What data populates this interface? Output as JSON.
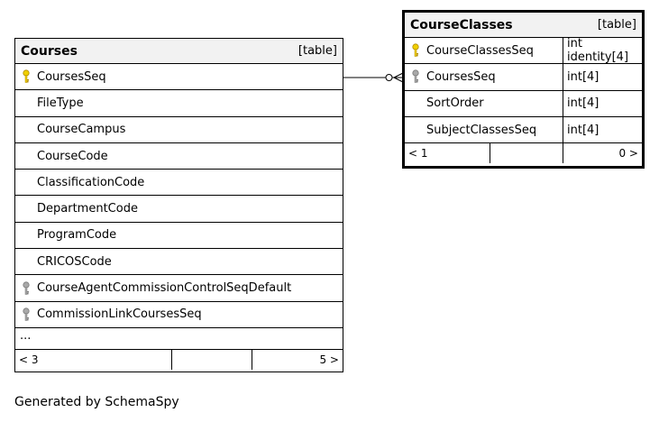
{
  "courses": {
    "name": "Courses",
    "kind": "[table]",
    "columns": [
      {
        "name": "CoursesSeq",
        "key": "primary"
      },
      {
        "name": "FileType",
        "key": "none"
      },
      {
        "name": "CourseCampus",
        "key": "none"
      },
      {
        "name": "CourseCode",
        "key": "none"
      },
      {
        "name": "ClassificationCode",
        "key": "none"
      },
      {
        "name": "DepartmentCode",
        "key": "none"
      },
      {
        "name": "ProgramCode",
        "key": "none"
      },
      {
        "name": "CRICOSCode",
        "key": "none"
      },
      {
        "name": "CourseAgentCommissionControlSeqDefault",
        "key": "foreign"
      },
      {
        "name": "CommissionLinkCoursesSeq",
        "key": "foreign"
      }
    ],
    "more": "...",
    "footer": {
      "left": "< 3",
      "right": "5 >"
    }
  },
  "courseclasses": {
    "name": "CourseClasses",
    "kind": "[table]",
    "columns": [
      {
        "name": "CourseClassesSeq",
        "type": "int identity[4]",
        "key": "primary"
      },
      {
        "name": "CoursesSeq",
        "type": "int[4]",
        "key": "foreign"
      },
      {
        "name": "SortOrder",
        "type": "int[4]",
        "key": "none"
      },
      {
        "name": "SubjectClassesSeq",
        "type": "int[4]",
        "key": "none"
      }
    ],
    "footer": {
      "left": "< 1",
      "right": "0 >"
    }
  },
  "caption": "Generated by SchemaSpy",
  "colors": {
    "primary_key": "#f0d000",
    "foreign_key": "#a8a8a8"
  }
}
